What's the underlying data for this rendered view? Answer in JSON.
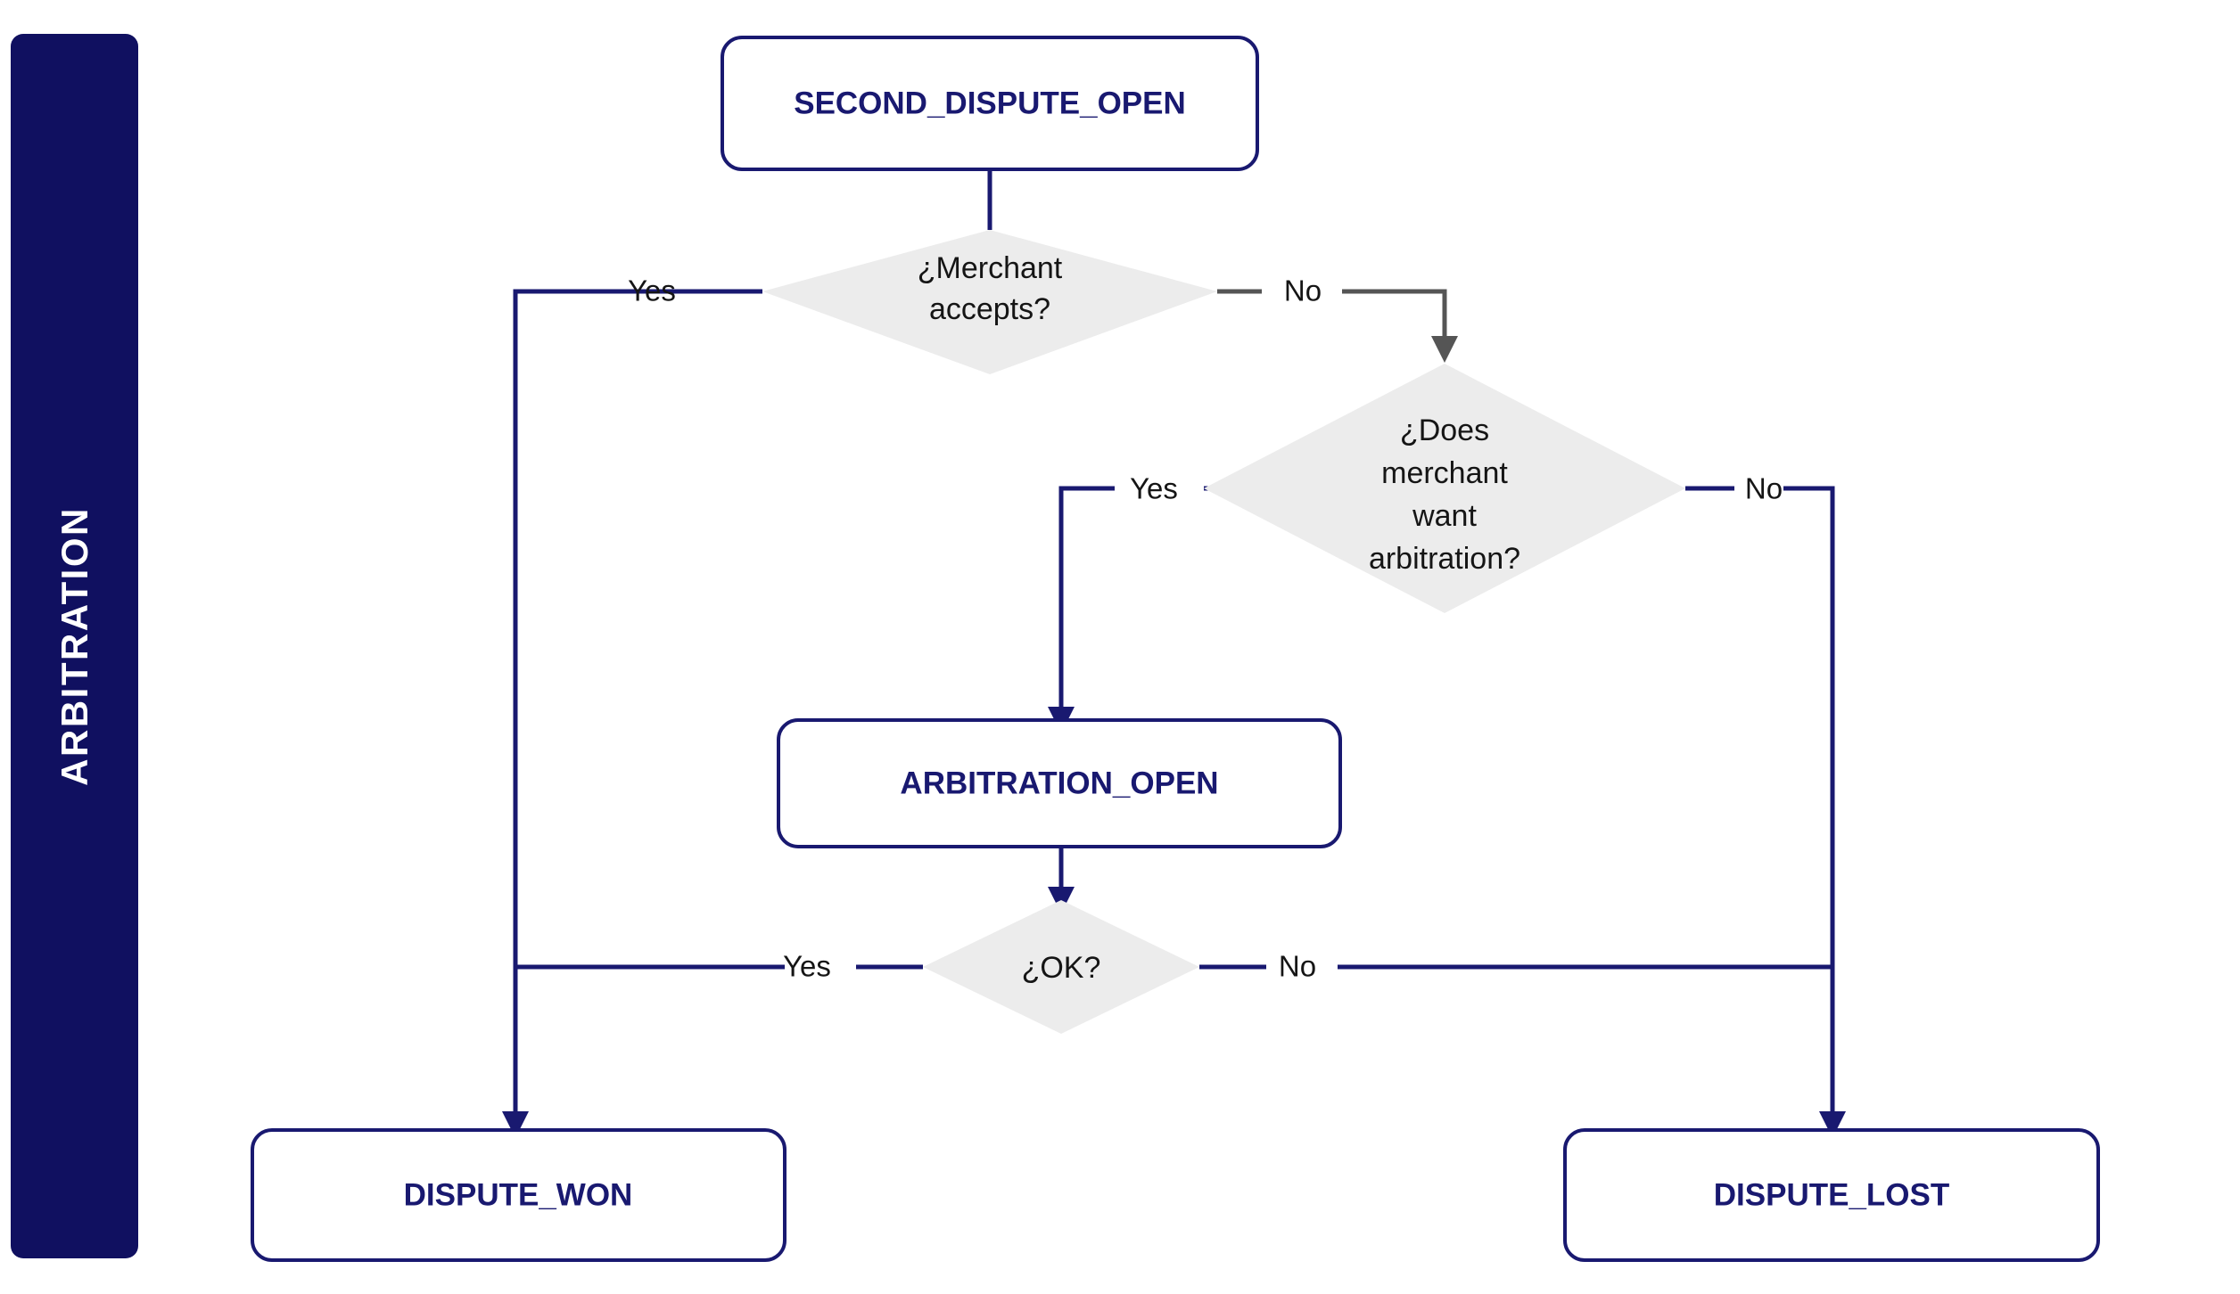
{
  "lane": {
    "label": "ARBITRATION",
    "color": "#101060"
  },
  "colors": {
    "navy": "#191970",
    "gray_edge": "#555555",
    "diamond_fill": "#ececec",
    "node_fill": "#ffffff",
    "node_text": "#191970",
    "decision_text": "#151515"
  },
  "nodes": {
    "second_dispute_open": {
      "label": "SECOND_DISPUTE_OPEN",
      "type": "state-box"
    },
    "arbitration_open": {
      "label": "ARBITRATION_OPEN",
      "type": "state-box"
    },
    "dispute_won": {
      "label": "DISPUTE_WON",
      "type": "state-box"
    },
    "dispute_lost": {
      "label": "DISPUTE_LOST",
      "type": "state-box"
    }
  },
  "decisions": {
    "merchant_accepts": {
      "type": "decision-diamond",
      "lines": [
        "¿Merchant",
        "accepts?"
      ],
      "yes": "Yes",
      "no": "No"
    },
    "wants_arbitration": {
      "type": "decision-diamond",
      "lines": [
        "¿Does",
        "merchant",
        "want",
        "arbitration?"
      ],
      "yes": "Yes",
      "no": "No"
    },
    "ok": {
      "type": "decision-diamond",
      "lines": [
        "¿OK?"
      ],
      "yes": "Yes",
      "no": "No"
    }
  },
  "edges": [
    {
      "from": "second_dispute_open",
      "to": "merchant_accepts",
      "label": "",
      "style": "navy"
    },
    {
      "from": "merchant_accepts",
      "to": "dispute_won",
      "label": "Yes",
      "style": "navy"
    },
    {
      "from": "merchant_accepts",
      "to": "wants_arbitration",
      "label": "No",
      "style": "gray"
    },
    {
      "from": "wants_arbitration",
      "to": "arbitration_open",
      "label": "Yes",
      "style": "navy"
    },
    {
      "from": "wants_arbitration",
      "to": "dispute_lost",
      "label": "No",
      "style": "navy"
    },
    {
      "from": "arbitration_open",
      "to": "ok",
      "label": "",
      "style": "navy"
    },
    {
      "from": "ok",
      "to": "dispute_won",
      "label": "Yes",
      "style": "navy"
    },
    {
      "from": "ok",
      "to": "dispute_lost",
      "label": "No",
      "style": "navy"
    }
  ]
}
